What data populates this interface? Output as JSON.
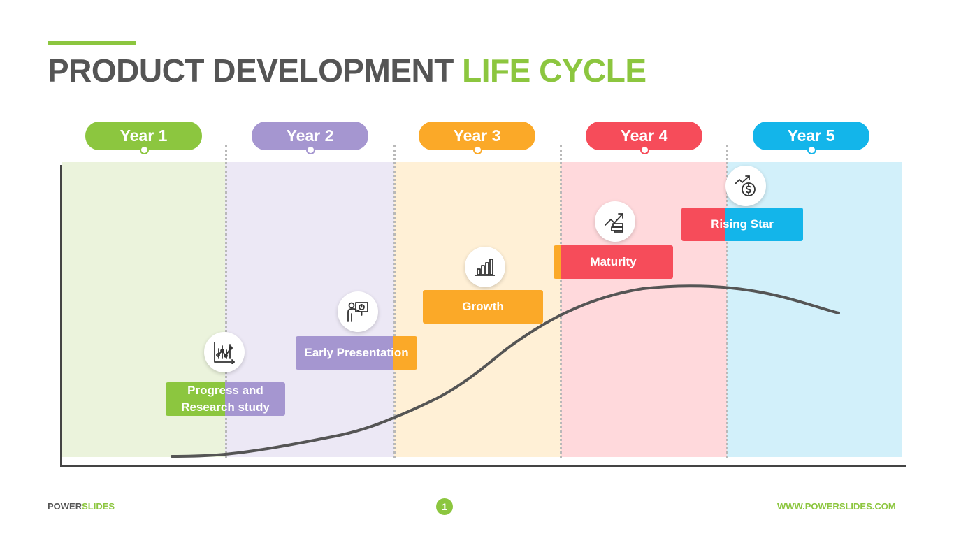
{
  "title": {
    "part1": "PRODUCT DEVELOPMENT",
    "part2": "LIFE CYCLE"
  },
  "colors": {
    "green": "#8cc63f",
    "purple": "#a596d0",
    "orange": "#fba928",
    "red": "#f64c5a",
    "blue": "#13b5ea",
    "text": "#555555"
  },
  "years": [
    {
      "label": "Year 1",
      "color": "#8cc63f",
      "band": "#ebf3dc"
    },
    {
      "label": "Year 2",
      "color": "#a596d0",
      "band": "#ece8f5"
    },
    {
      "label": "Year 3",
      "color": "#fba928",
      "band": "#fff0d6"
    },
    {
      "label": "Year 4",
      "color": "#f64c5a",
      "band": "#ffd9dc"
    },
    {
      "label": "Year 5",
      "color": "#13b5ea",
      "band": "#d2f0fa"
    }
  ],
  "stages": [
    {
      "label": "Progress and Research study",
      "color": "#a596d0",
      "accent": "#8cc63f",
      "icon": "chart-analysis-icon"
    },
    {
      "label": "Early Presentation",
      "color": "#a596d0",
      "accent": "#fba928",
      "icon": "presentation-icon"
    },
    {
      "label": "Growth",
      "color": "#fba928",
      "accent": "#fba928",
      "icon": "bar-chart-icon"
    },
    {
      "label": "Maturity",
      "color": "#f64c5a",
      "accent": "#fba928",
      "icon": "growth-stack-icon"
    },
    {
      "label": "Rising Star",
      "color": "#13b5ea",
      "accent": "#f64c5a",
      "icon": "dollar-trend-icon"
    }
  ],
  "footer": {
    "brand_part1": "POWER",
    "brand_part2": "SLIDES",
    "page": "1",
    "url": "WWW.POWERSLIDES.COM"
  }
}
